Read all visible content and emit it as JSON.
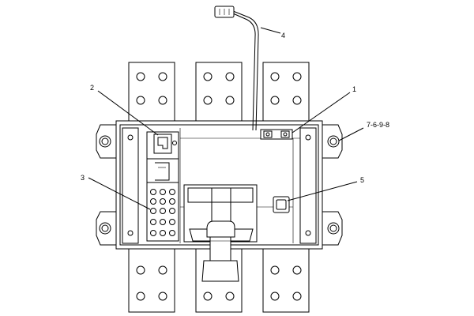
{
  "callouts": [
    {
      "id": "1",
      "label": "1"
    },
    {
      "id": "2",
      "label": "2"
    },
    {
      "id": "3",
      "label": "3"
    },
    {
      "id": "4",
      "label": "4"
    },
    {
      "id": "5",
      "label": "5"
    },
    {
      "id": "7-6-9-8",
      "label": "7-6-9-8"
    }
  ]
}
